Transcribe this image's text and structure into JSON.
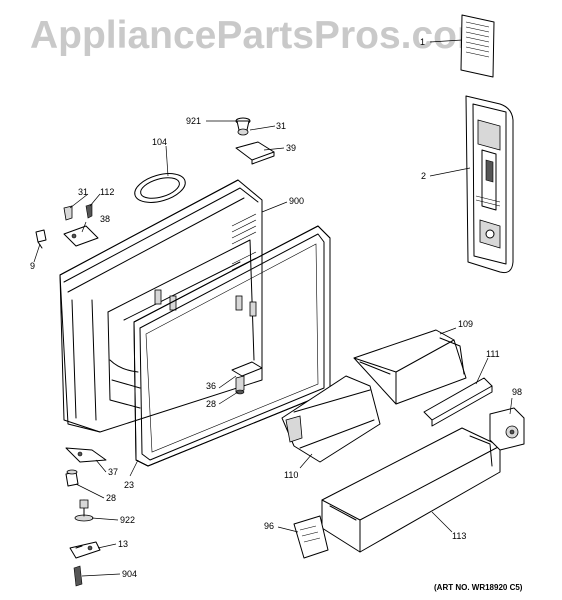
{
  "watermark": "AppliancePartsPros.com",
  "art_number": "(ART NO. WR18920 C5)",
  "callouts": {
    "c1": "1",
    "c2": "2",
    "c9": "9",
    "c13": "13",
    "c23": "23",
    "c28a": "28",
    "c28b": "28",
    "c31a": "31",
    "c31b": "31",
    "c36": "36",
    "c37": "37",
    "c38": "38",
    "c39": "39",
    "c96": "96",
    "c98": "98",
    "c104": "104",
    "c109": "109",
    "c110": "110",
    "c111": "111",
    "c112": "112",
    "c113": "113",
    "c900": "900",
    "c904": "904",
    "c921": "921",
    "c922": "922"
  }
}
